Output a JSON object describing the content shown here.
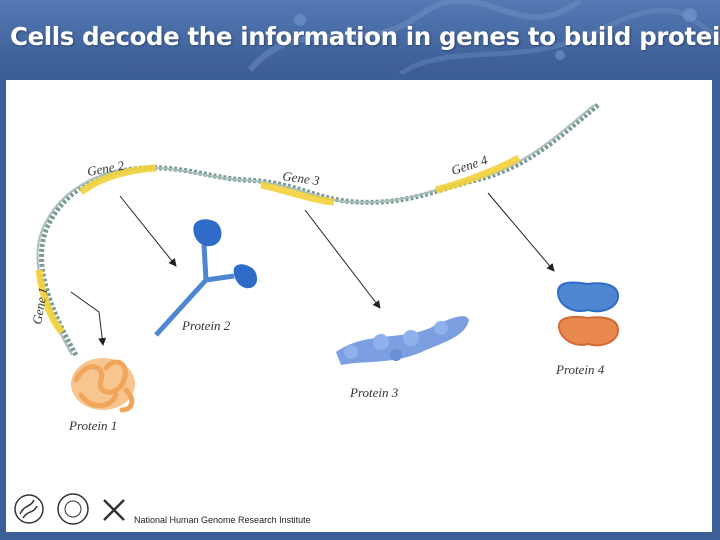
{
  "slide": {
    "title": "Cells decode the information in genes to build proteins"
  },
  "genes": [
    {
      "label": "Gene 1"
    },
    {
      "label": "Gene 2"
    },
    {
      "label": "Gene 3"
    },
    {
      "label": "Gene 4"
    }
  ],
  "proteins": [
    {
      "label": "Protein 1"
    },
    {
      "label": "Protein 2"
    },
    {
      "label": "Protein 3"
    },
    {
      "label": "Protein 4"
    }
  ],
  "footer": {
    "institute": "National Human Genome Research Institute"
  },
  "colors": {
    "dna": "#7c9a98",
    "gene_highlight": "#f2d23a",
    "protein1": "#f0a55a",
    "protein_blue": "#3f7fd6",
    "protein3": "#7b9fe0",
    "protein4_bottom": "#e8874e",
    "background": "#3d5f97"
  }
}
